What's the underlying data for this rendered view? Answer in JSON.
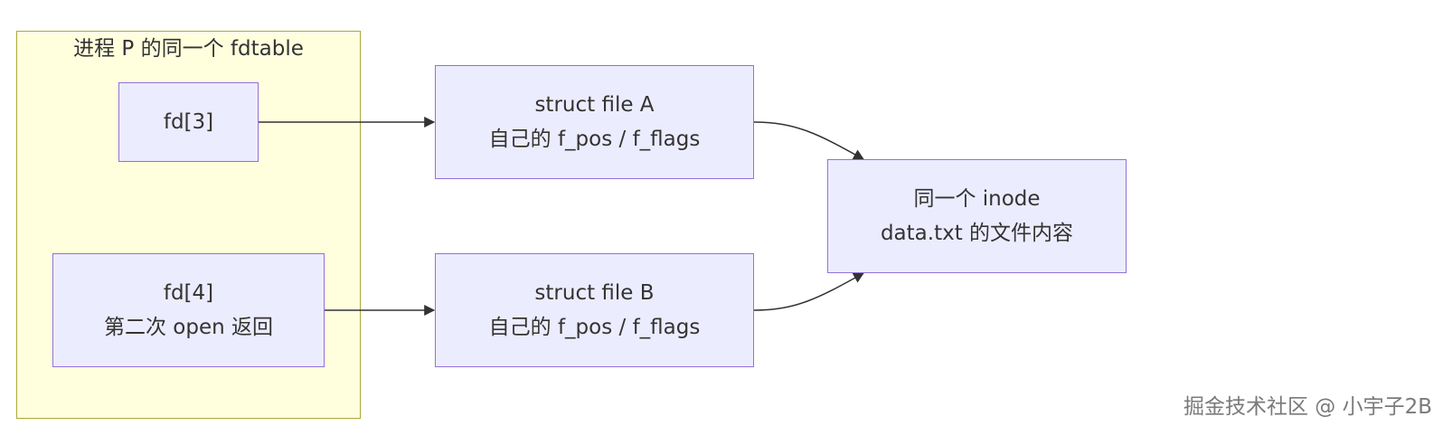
{
  "cluster": {
    "title": "进程 P 的同一个 fdtable"
  },
  "nodes": {
    "fd3": {
      "line1": "fd[3]"
    },
    "fd4": {
      "line1": "fd[4]",
      "line2": "第二次 open 返回"
    },
    "file_a": {
      "line1": "struct file A",
      "line2": "自己的 f_pos / f_flags"
    },
    "file_b": {
      "line1": "struct file B",
      "line2": "自己的 f_pos / f_flags"
    },
    "inode": {
      "line1": "同一个 inode",
      "line2": "data.txt 的文件内容"
    }
  },
  "edges": [
    {
      "from": "fd[3]",
      "to": "struct file A"
    },
    {
      "from": "fd[4]",
      "to": "struct file B"
    },
    {
      "from": "struct file A",
      "to": "同一个 inode"
    },
    {
      "from": "struct file B",
      "to": "同一个 inode"
    }
  ],
  "colors": {
    "cluster_fill": "#ffffde",
    "cluster_border": "#aaaa33",
    "node_fill": "#ececff",
    "node_border": "#9370db",
    "edge": "#333333",
    "text": "#333333"
  },
  "watermark": "掘金技术社区 @ 小宇子2B"
}
